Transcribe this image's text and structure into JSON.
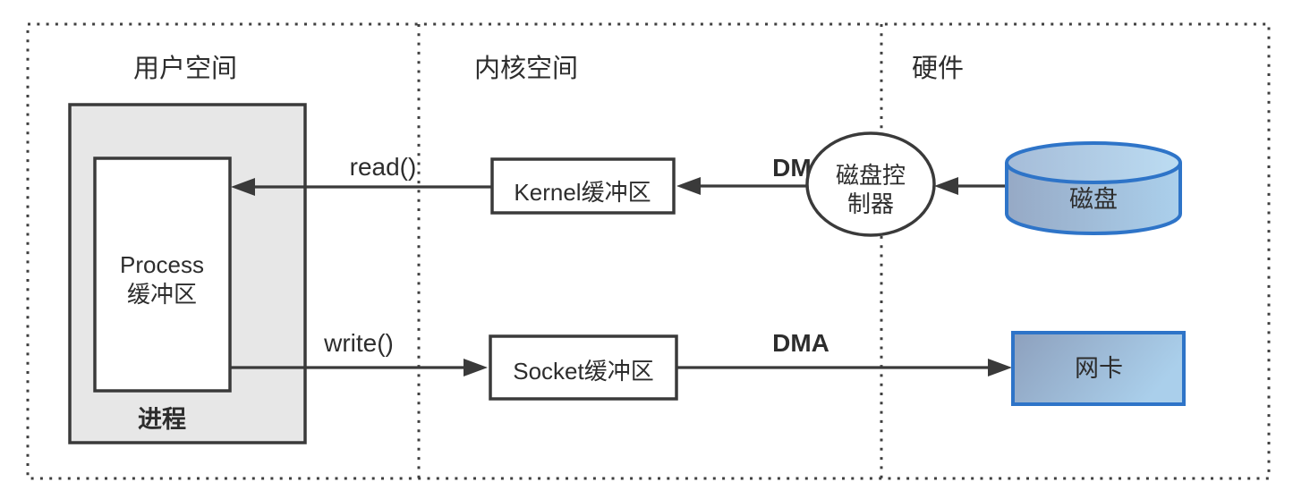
{
  "regions": {
    "user_space": {
      "label": "用户空间"
    },
    "kernel_space": {
      "label": "内核空间"
    },
    "hardware": {
      "label": "硬件"
    }
  },
  "nodes": {
    "process": {
      "label": "进程"
    },
    "process_buffer": {
      "line1": "Process",
      "line2": "缓冲区"
    },
    "kernel_buffer": {
      "label": "Kernel缓冲区"
    },
    "socket_buffer": {
      "label": "Socket缓冲区"
    },
    "disk_controller": {
      "line1": "磁盘控",
      "line2": "制器"
    },
    "disk": {
      "label": "磁盘"
    },
    "nic": {
      "label": "网卡"
    }
  },
  "edges": {
    "read": {
      "label": "read()"
    },
    "write": {
      "label": "write()"
    },
    "dma_disk_to_kernel": {
      "label": "DMA"
    },
    "dma_socket_to_nic": {
      "label": "DMA"
    }
  },
  "colors": {
    "background": "#ffffff",
    "line": "#3a3a3a",
    "text": "#2d2d2d",
    "region_dotted": "#3f3f3f",
    "process_fill": "#e7e7e7",
    "buffer_fill": "#ffffff",
    "blue_stroke": "#2e74c8",
    "disk_fill_left": "#96a9c5",
    "disk_fill_right": "#abd0ec",
    "disk_top_left": "#a5bcd8",
    "disk_top_right": "#bcdcf2",
    "nic_fill_left": "#8da0bd",
    "nic_fill_right": "#aacfeb"
  }
}
